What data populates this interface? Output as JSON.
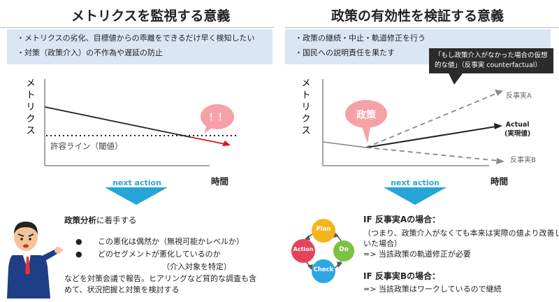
{
  "left": {
    "title": "メトリクスを監視する意義",
    "points": [
      "・メトリクスの劣化、目標値からの乖離をできるだけ早く検知したい",
      "・対策（政策介入）の不作為や遅延の防止"
    ],
    "ylabel": "メトリクス",
    "xlabel": "時間",
    "threshold_label": "許容ライン（閾値）",
    "alert": "！！",
    "next_action": "next action",
    "action": {
      "heading_bold": "政策分析",
      "heading_rest": "に着手する",
      "bullets": [
        "この悪化は偶然か（無視可能かレベルか）",
        "どのセグメントが悪化しているのか"
      ],
      "bullet_note": "（介入対象を特定）",
      "footer": [
        "などを対策会議で報告。ヒアリングなど質的な調査も含",
        "めて、状況把握と対策を検討する"
      ]
    }
  },
  "right": {
    "title": "政策の有効性を検証する意義",
    "points": [
      "・政策の継続・中止・軌道修正を行う",
      "・国民への説明責任を果たす"
    ],
    "callout": [
      "「もし政策介入がなかった場合の仮想",
      "的な値」（反事実 counterfactual）"
    ],
    "ylabel": "メトリクス",
    "xlabel": "時間",
    "policy_label": "政策",
    "cf_a": "反事実A",
    "cf_b": "反事実B",
    "actual": [
      "Actual",
      "(実現値)"
    ],
    "next_action": "next action",
    "pdca": {
      "plan": "Plan",
      "do": "Do",
      "check": "Check",
      "action": "Action"
    },
    "if_a": {
      "heading": "IF 反事実Aの場合：",
      "lines": [
        "（つまり、政策介入がなくても本来は実際の値より改善して",
        "いた場合）",
        "=> 当該政策の軌道修正が必要"
      ]
    },
    "if_b": {
      "heading": "IF 反事実Bの場合：",
      "lines": [
        "=> 当該政策はワークしているので継続"
      ]
    }
  },
  "colors": {
    "box_bg": "#dbe6f5",
    "arrow_blue": "#26a5d8",
    "alert_pink": "#f4a2a8",
    "decline_red": "#e01515",
    "plan": "#f2b51b",
    "do": "#7cc242",
    "check": "#2fa6e0",
    "action": "#e8425a"
  }
}
